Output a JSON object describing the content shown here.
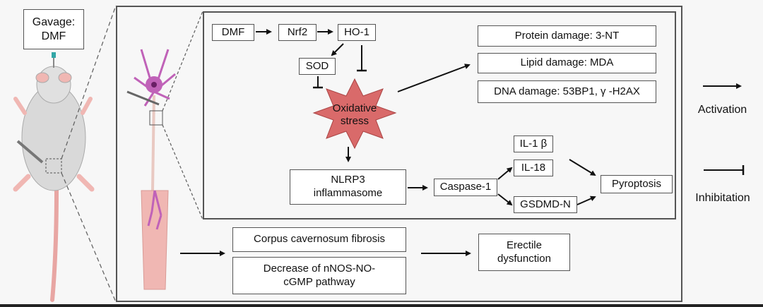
{
  "gavage": {
    "line1": "Gavage:",
    "line2": "DMF"
  },
  "pathway": {
    "dmf": "DMF",
    "nrf2": "Nrf2",
    "ho1": "HO-1",
    "sod": "SOD",
    "oxidative_stress": "Oxidative\nstress",
    "nlrp3": "NLRP3\ninflammasome",
    "caspase1": "Caspase-1",
    "il1b": "IL-1 β",
    "il18": "IL-18",
    "gsdmd": "GSDMD-N",
    "pyroptosis": "Pyroptosis",
    "protein_damage": "Protein damage: 3-NT",
    "lipid_damage": "Lipid damage: MDA",
    "dna_damage": "DNA damage: 53BP1, γ -H2AX"
  },
  "outcomes": {
    "fibrosis": "Corpus cavernosum fibrosis",
    "nnos": "Decrease of nNOS-NO-\ncGMP  pathway",
    "ed": "Erectile\ndysfunction"
  },
  "legend": {
    "activation": "Activation",
    "inhibition": "Inhibitation"
  },
  "colors": {
    "burst": "#d96a6a",
    "neuron": "#c062b8",
    "penis": "#f0b7b3",
    "rat_body": "#d9d9d9",
    "tail": "#e8a6a3"
  }
}
